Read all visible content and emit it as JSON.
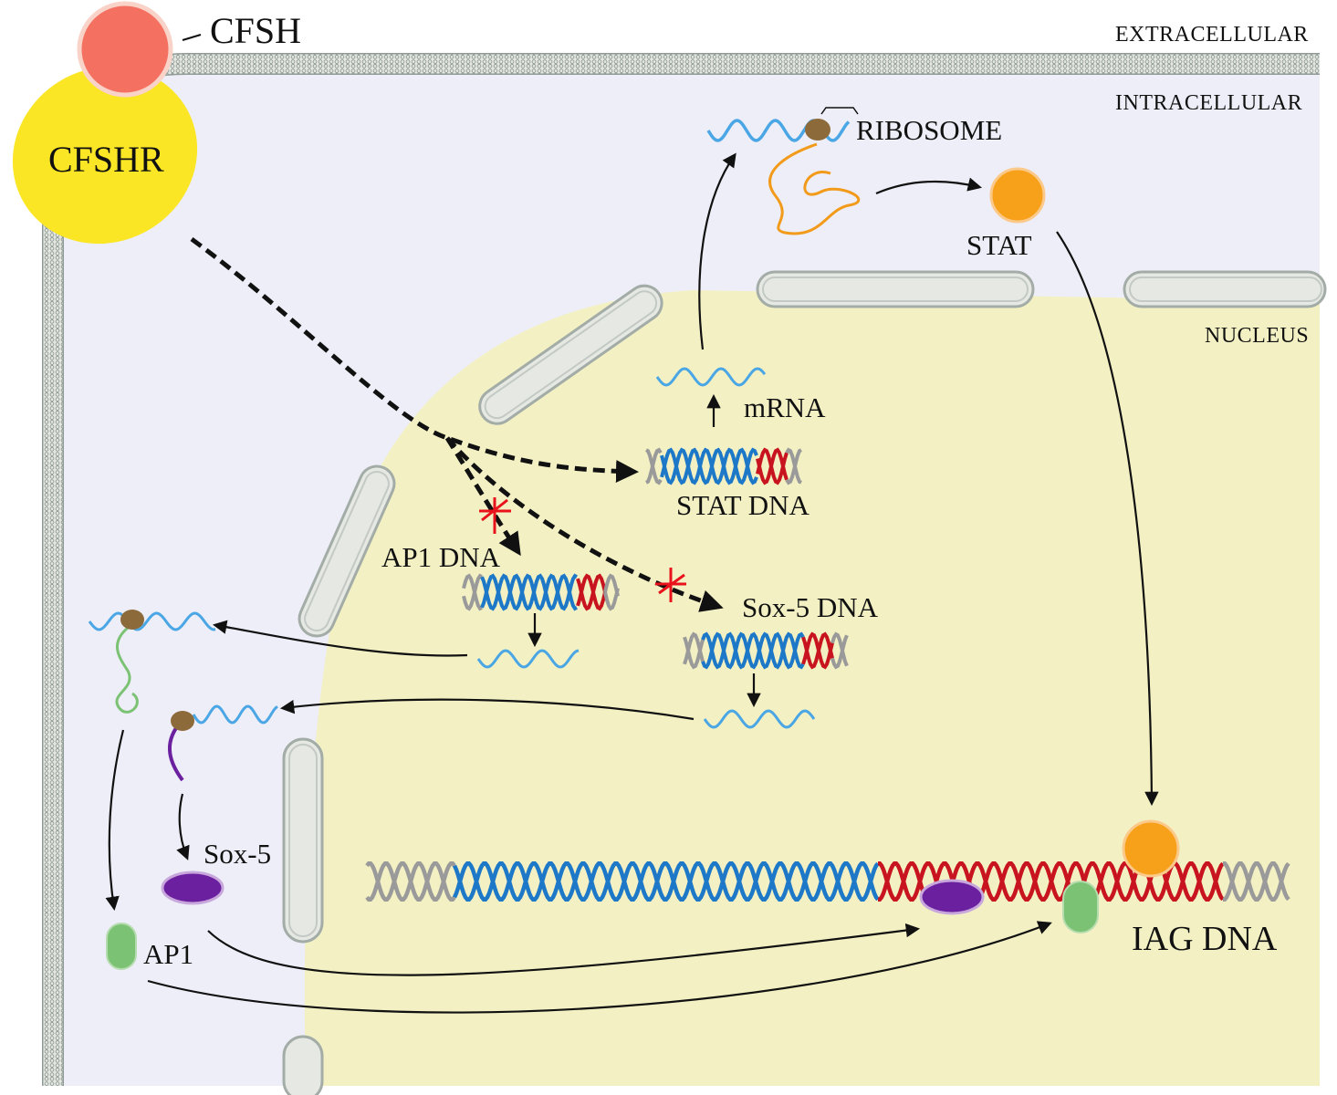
{
  "labels": {
    "cfsh": "CFSH",
    "cfshr": "CFSHR",
    "extracellular": "EXTRACELLULAR",
    "intracellular": "INTRACELLULAR",
    "nucleus": "NUCLEUS",
    "ribosome": "RIBOSOME",
    "stat": "STAT",
    "mrna": "mRNA",
    "stat_dna": "STAT DNA",
    "ap1_dna": "AP1 DNA",
    "sox5_dna": "Sox-5 DNA",
    "sox5": "Sox-5",
    "ap1": "AP1",
    "iag_dna": "IAG DNA"
  },
  "colors": {
    "background": "#ffffff",
    "cytoplasm": "#eeeef8",
    "nucleus": "#f3f1c4",
    "membrane": "#c9ccc6",
    "membrane_edge": "#8f9a94",
    "cfsh": "#f47161",
    "cfshr": "#fbe625",
    "stat_protein": "#f7a11a",
    "sox5_protein": "#6b20a0",
    "ap1_protein": "#7cc274",
    "dna_blue": "#1e78c8",
    "dna_red": "#c8141e",
    "dna_grey": "#9a9a9a",
    "mrna": "#4aa6e4",
    "ribosome": "#8c6a3a",
    "inhibition_mark": "#e8131b"
  },
  "icons": {
    "inhibition": "red-x-mark",
    "ribosome": "ribosome-blob"
  }
}
